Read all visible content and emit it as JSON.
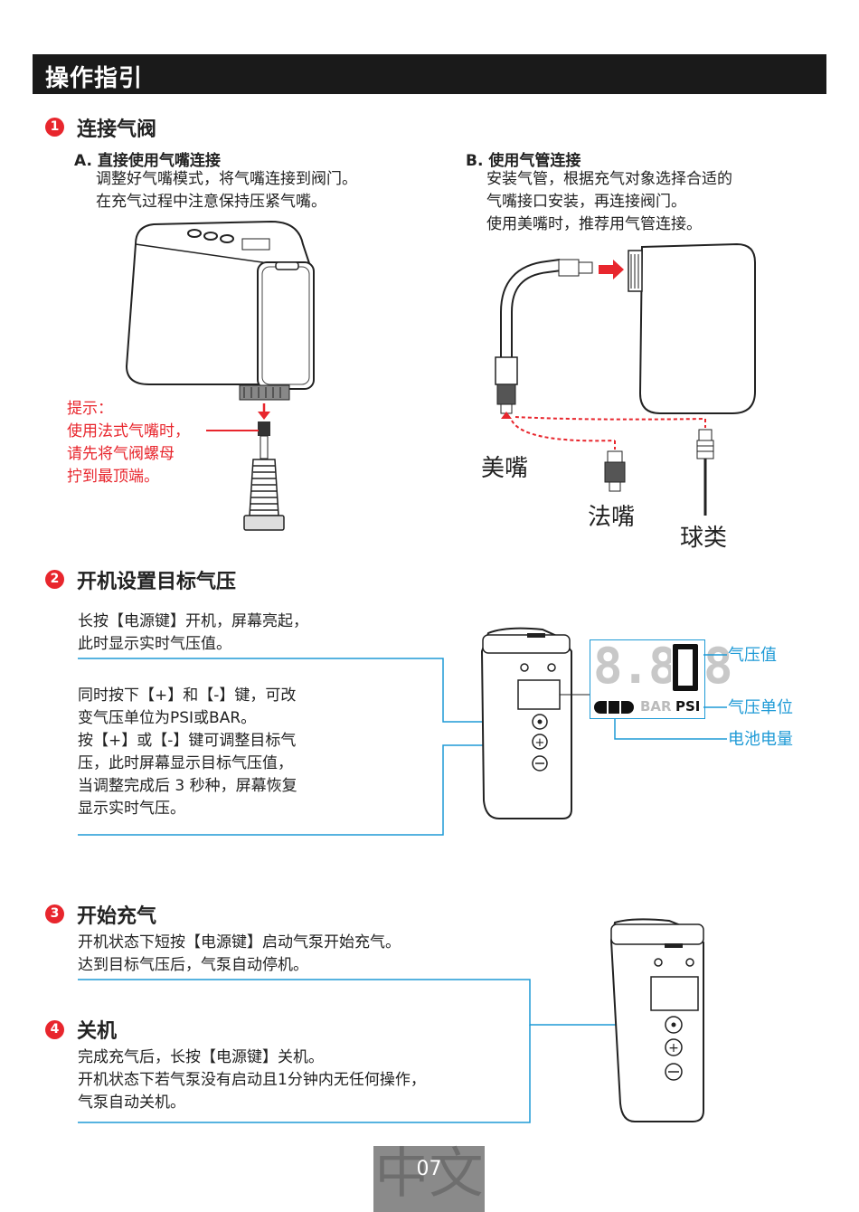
{
  "header": {
    "title": "操作指引"
  },
  "s1": {
    "num": "1",
    "title": "连接气阀",
    "a": {
      "title": "A. 直接使用气嘴连接",
      "line1": "调整好气嘴模式，将气嘴连接到阀门。",
      "line2": "在充气过程中注意保持压紧气嘴。"
    },
    "b": {
      "title": "B. 使用气管连接",
      "line1": "安装气管，根据充气对象选择合适的",
      "line2": "气嘴接口安装，再连接阀门。",
      "line3": "使用美嘴时，推荐用气管连接。"
    },
    "tip": {
      "l1": "提示：",
      "l2": "使用法式气嘴时，",
      "l3": "请先将气阀螺母",
      "l4": "拧到最顶端。"
    },
    "labels": {
      "presta_us": "美嘴",
      "presta_fr": "法嘴",
      "ball": "球类"
    }
  },
  "s2": {
    "num": "2",
    "title": "开机设置目标气压",
    "p1": {
      "l1": "长按【电源键】开机，屏幕亮起，",
      "l2": "此时显示实时气压值。"
    },
    "p2": {
      "l1": "同时按下【+】和【-】键，可改",
      "l2": "变气压单位为PSI或BAR。",
      "l3": "按【+】或【-】键可调整目标气",
      "l4": "压，此时屏幕显示目标气压值，",
      "l5": "当调整完成后 3 秒种，屏幕恢复",
      "l6": "显示实时气压。"
    },
    "display": {
      "digits": "8.8.8",
      "bar": "BAR",
      "psi": "PSI"
    },
    "callouts": {
      "pressure": "气压值",
      "unit": "气压单位",
      "battery": "电池电量"
    }
  },
  "s3": {
    "num": "3",
    "title": "开始充气",
    "l1": "开机状态下短按【电源键】启动气泵开始充气。",
    "l2": "达到目标气压后，气泵自动停机。"
  },
  "s4": {
    "num": "4",
    "title": "关机",
    "l1": "完成充气后，长按【电源键】关机。",
    "l2": "开机状态下若气泵没有启动且1分钟内无任何操作，",
    "l3": "气泵自动关机。"
  },
  "footer": {
    "lang": "中文",
    "page": "07"
  },
  "colors": {
    "accent_red": "#e8262d",
    "accent_blue": "#1e9ad6",
    "header": "#1a1a1a"
  }
}
